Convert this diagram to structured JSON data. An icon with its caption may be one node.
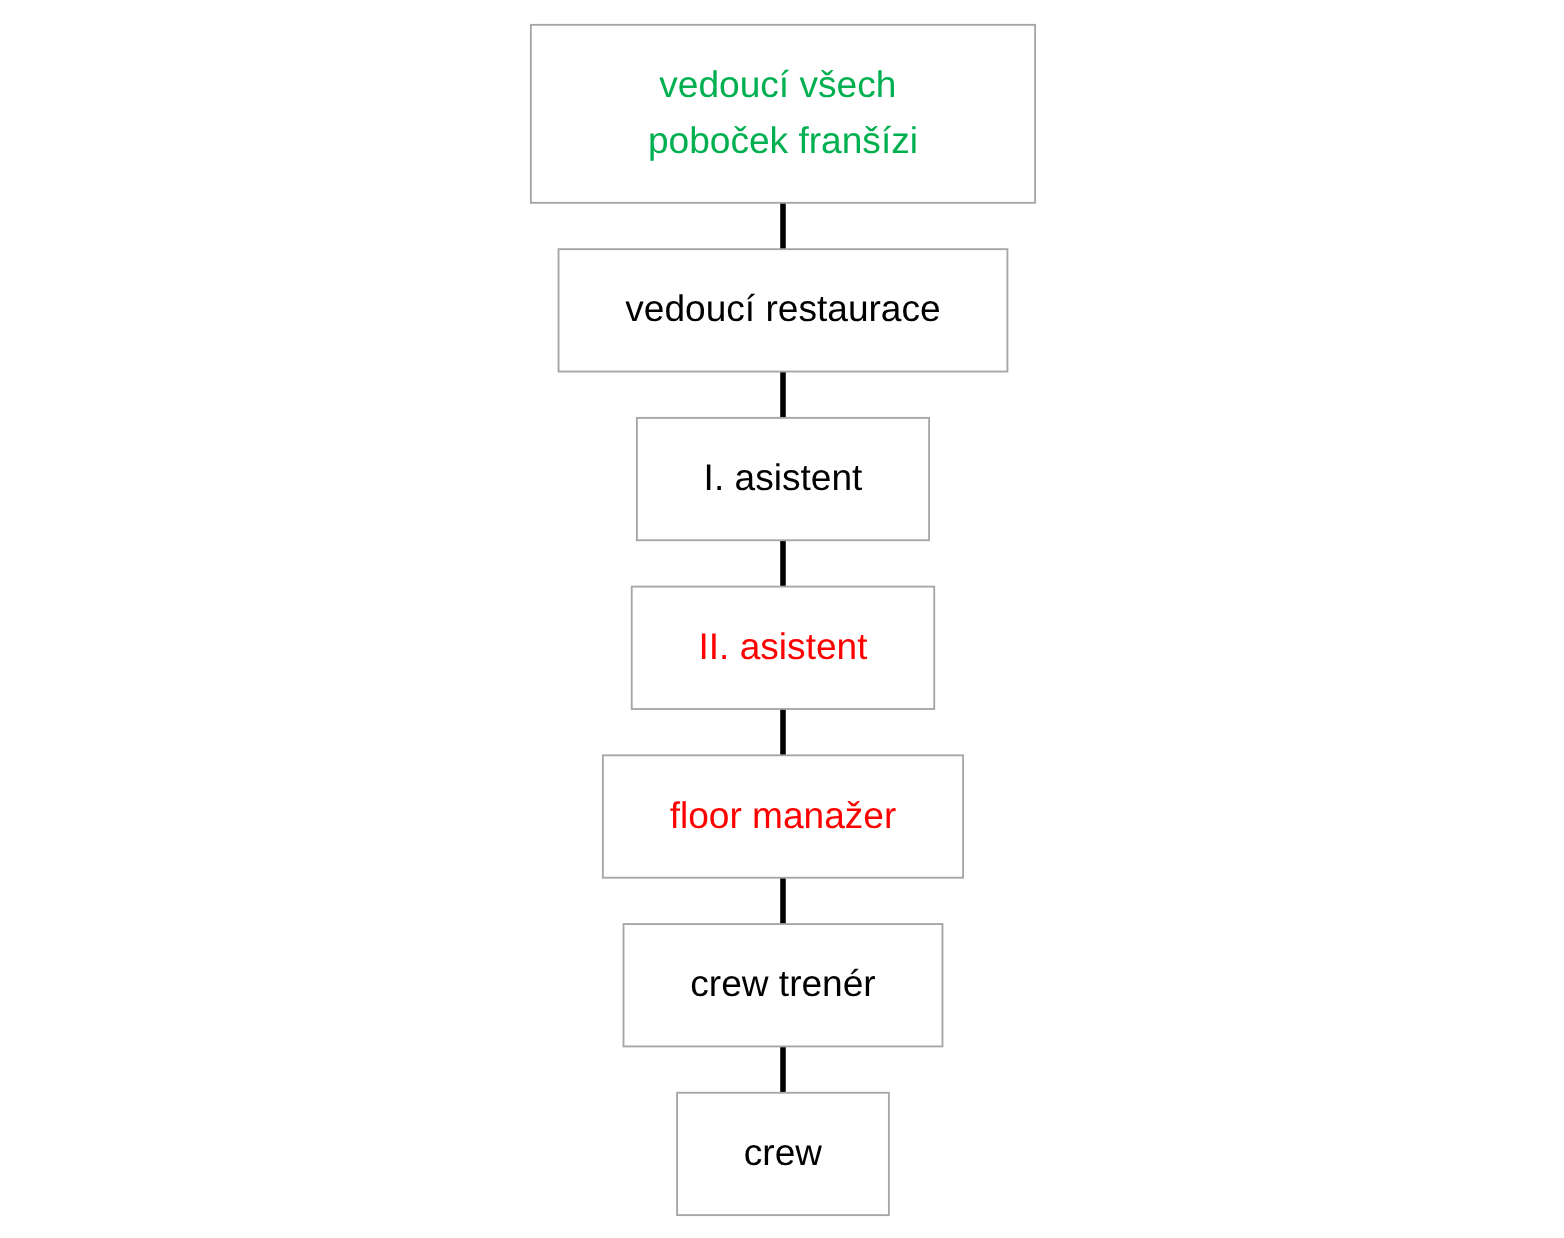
{
  "diagram": {
    "nodes": [
      {
        "text": [
          "vedoucí všech poboček franšízi"
        ]
      },
      {
        "text": [
          "vedoucí restaurace"
        ]
      },
      {
        "text": [
          "I. asistent"
        ]
      },
      {
        "text": [
          "II. asistent"
        ]
      },
      {
        "text": [
          "floor manažer"
        ]
      },
      {
        "text": [
          "crew trenér"
        ]
      },
      {
        "text": [
          "crew"
        ]
      }
    ],
    "edges": [
      {
        "from": 0,
        "to": 1,
        "arrow": "none"
      },
      {
        "from": 1,
        "to": 2,
        "arrow": "none"
      },
      {
        "from": 2,
        "to": 3,
        "arrow": "none"
      },
      {
        "from": 3,
        "to": 4,
        "arrow": "none"
      },
      {
        "from": 4,
        "to": 5,
        "arrow": "none"
      },
      {
        "from": 5,
        "to": 6,
        "arrow": "none"
      }
    ]
  }
}
